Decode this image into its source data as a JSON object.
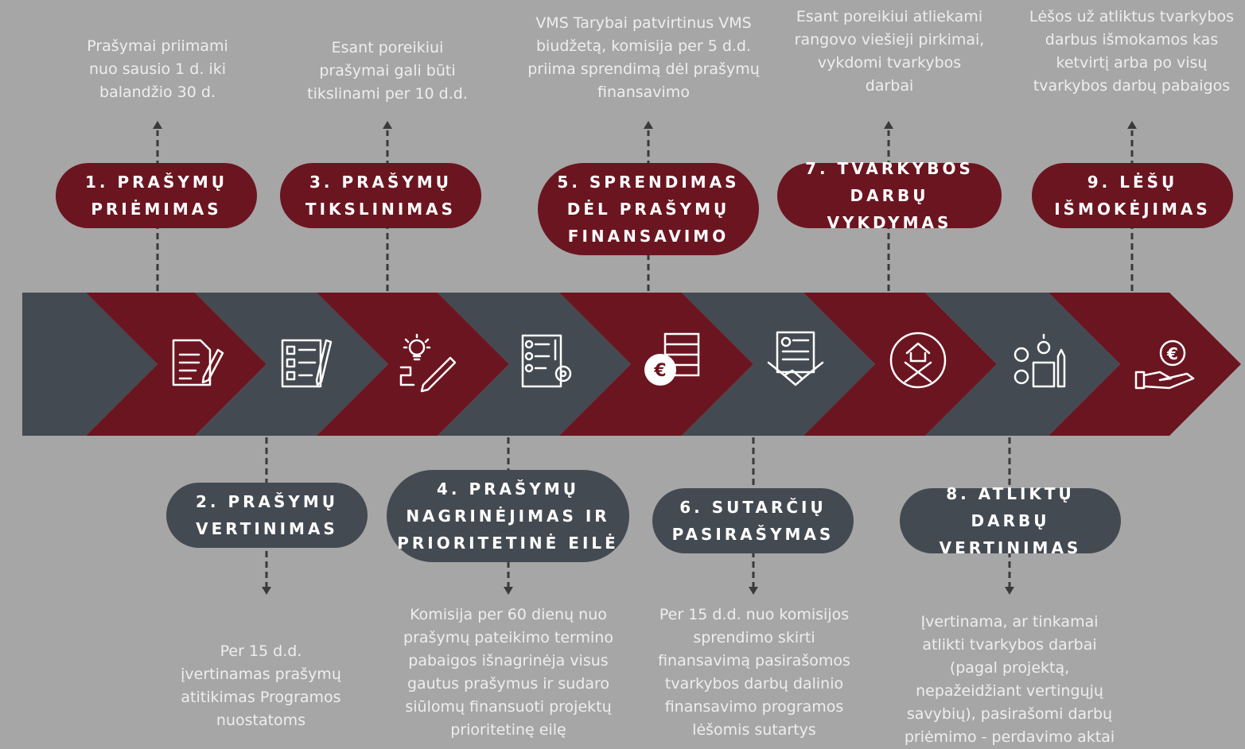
{
  "colors": {
    "background": "#a6a6a6",
    "red": "#6b1520",
    "dark": "#444a51",
    "text_light": "#eeeeee",
    "connector": "#3a3a3a"
  },
  "steps": [
    {
      "title": "1. PRAŠYMŲ\nPRIĖMIMAS",
      "desc": "Prašymai priimami\nnuo sausio 1 d. iki\nbalandžio 30 d.",
      "icon": "document-pen-icon"
    },
    {
      "title": "2. PRAŠYMŲ\nVERTINIMAS",
      "desc": "Per 15 d.d.\nįvertinamas prašymų\natitikimas Programos\nnuostatoms",
      "icon": "checklist-pen-icon"
    },
    {
      "title": "3. PRAŠYMŲ\nTIKSLINIMAS",
      "desc": "Esant poreikiui\nprašymai gali būti\ntikslinami per 10 d.d.",
      "icon": "lightbulb-pencil-icon"
    },
    {
      "title": "4. PRAŠYMŲ\nNAGRINĖJIMAS IR\nPRIORITETINĖ EILĖ",
      "desc": "Komisija per 60 dienų nuo\nprašymų pateikimo termino\npabaigos išnagrinėja visus\ngautus prašymus ir sudaro\nsiūlomų finansuoti projektų\nprioritetinę eilę",
      "icon": "ranked-list-gear-icon"
    },
    {
      "title": "5. SPRENDIMAS\nDĖL PRAŠYMŲ\nFINANSAVIMO",
      "desc": "VMS Tarybai patvirtinus VMS\nbiudžetą, komisija per 5 d.d.\npriima sprendimą dėl prašymų\nfinansavimo",
      "icon": "euro-coins-icon"
    },
    {
      "title": "6. SUTARČIŲ\nPASIRAŠYMAS",
      "desc": "Per 15 d.d. nuo komisijos\nsprendimo skirti\nfinansavimą pasirašomos\ntvarkybos darbų dalinio\nfinansavimo programos\nlėšomis sutartys",
      "icon": "contract-handshake-icon"
    },
    {
      "title": "7. TVARKYBOS\nDARBŲ VYKDYMAS",
      "desc": "Esant poreikiui atliekami\nrangovo viešieji pirkimai,\nvykdomi tvarkybos\ndarbai",
      "icon": "house-tools-icon"
    },
    {
      "title": "8. ATLIKTŲ DARBŲ\nVERTINIMAS",
      "desc": "Įvertinama, ar tinkamai\natlikti tvarkybos darbai\n(pagal projektą,\nnepažeidžiant vertingųjų\nsavybių), pasirašomi darbų\npriėmimo - perdavimo aktai",
      "icon": "gears-bulb-icon"
    },
    {
      "title": "9. LĖŠŲ\nIŠMOKĖJIMAS",
      "desc": "Lėšos už atliktus tvarkybos\ndarbus išmokamos kas\nketvirtį arba po visų\ntvarkybos darbų pabaigos",
      "icon": "euro-hand-icon"
    }
  ]
}
